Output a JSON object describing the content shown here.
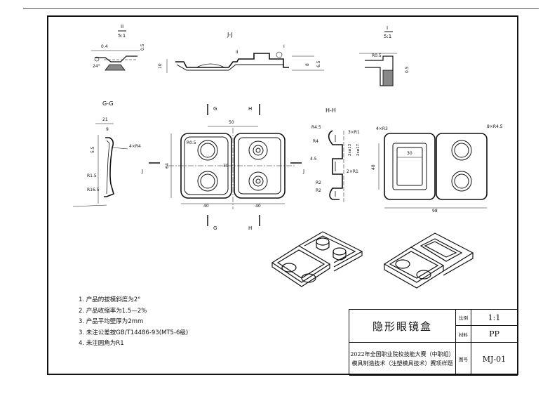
{
  "views": {
    "detail_2": {
      "label": "II",
      "scale": "5:1",
      "dims": [
        "0.4",
        "24°",
        "0.5"
      ]
    },
    "section_jj": {
      "label": "J-J",
      "markers": [
        "II",
        "I"
      ],
      "dims": [
        "10",
        "8",
        "6.5"
      ]
    },
    "detail_1": {
      "label": "I",
      "scale": "5:1",
      "dims": [
        "R0.5",
        "0.5"
      ]
    },
    "section_gg": {
      "label": "G-G",
      "dims": [
        "21",
        "9",
        "4×R4",
        "5.5",
        "R1.5",
        "R16.5"
      ]
    },
    "front": {
      "cut_labels": [
        "G",
        "H",
        "G",
        "H"
      ],
      "side_marks": [
        "J",
        "J"
      ],
      "dims": [
        "50",
        "R0.5",
        "30",
        "64",
        "40",
        "40"
      ]
    },
    "section_hh": {
      "label": "H-H",
      "dims": [
        "R4.5",
        "3×R1",
        "R4",
        "2xø13",
        "2xø17",
        "4.5",
        "2×R1",
        "R2",
        "R2"
      ]
    },
    "top_right": {
      "dims": [
        "4×R3",
        "8×R4.5",
        "30",
        "48",
        "98"
      ]
    }
  },
  "notes": [
    "1. 产品的拔模斜度为2°",
    "2. 产品收缩率为1.5—2%",
    "3. 产品平均壁厚为2mm",
    "3. 未注公差按GB/T14486-93(MT5-6级)",
    "4. 未注圆角为R1"
  ],
  "title_block": {
    "part_name": "隐形眼镜盒",
    "scale_label": "比例",
    "scale_value": "1:1",
    "material_label": "材料",
    "material_value": "PP",
    "drawing_no_label": "图号",
    "drawing_no": "MJ-01",
    "competition_line1": "2022年全国职业院校技能大赛（中职组）",
    "competition_line2": "模具制造技术（注塑模具技术）赛项样题"
  }
}
